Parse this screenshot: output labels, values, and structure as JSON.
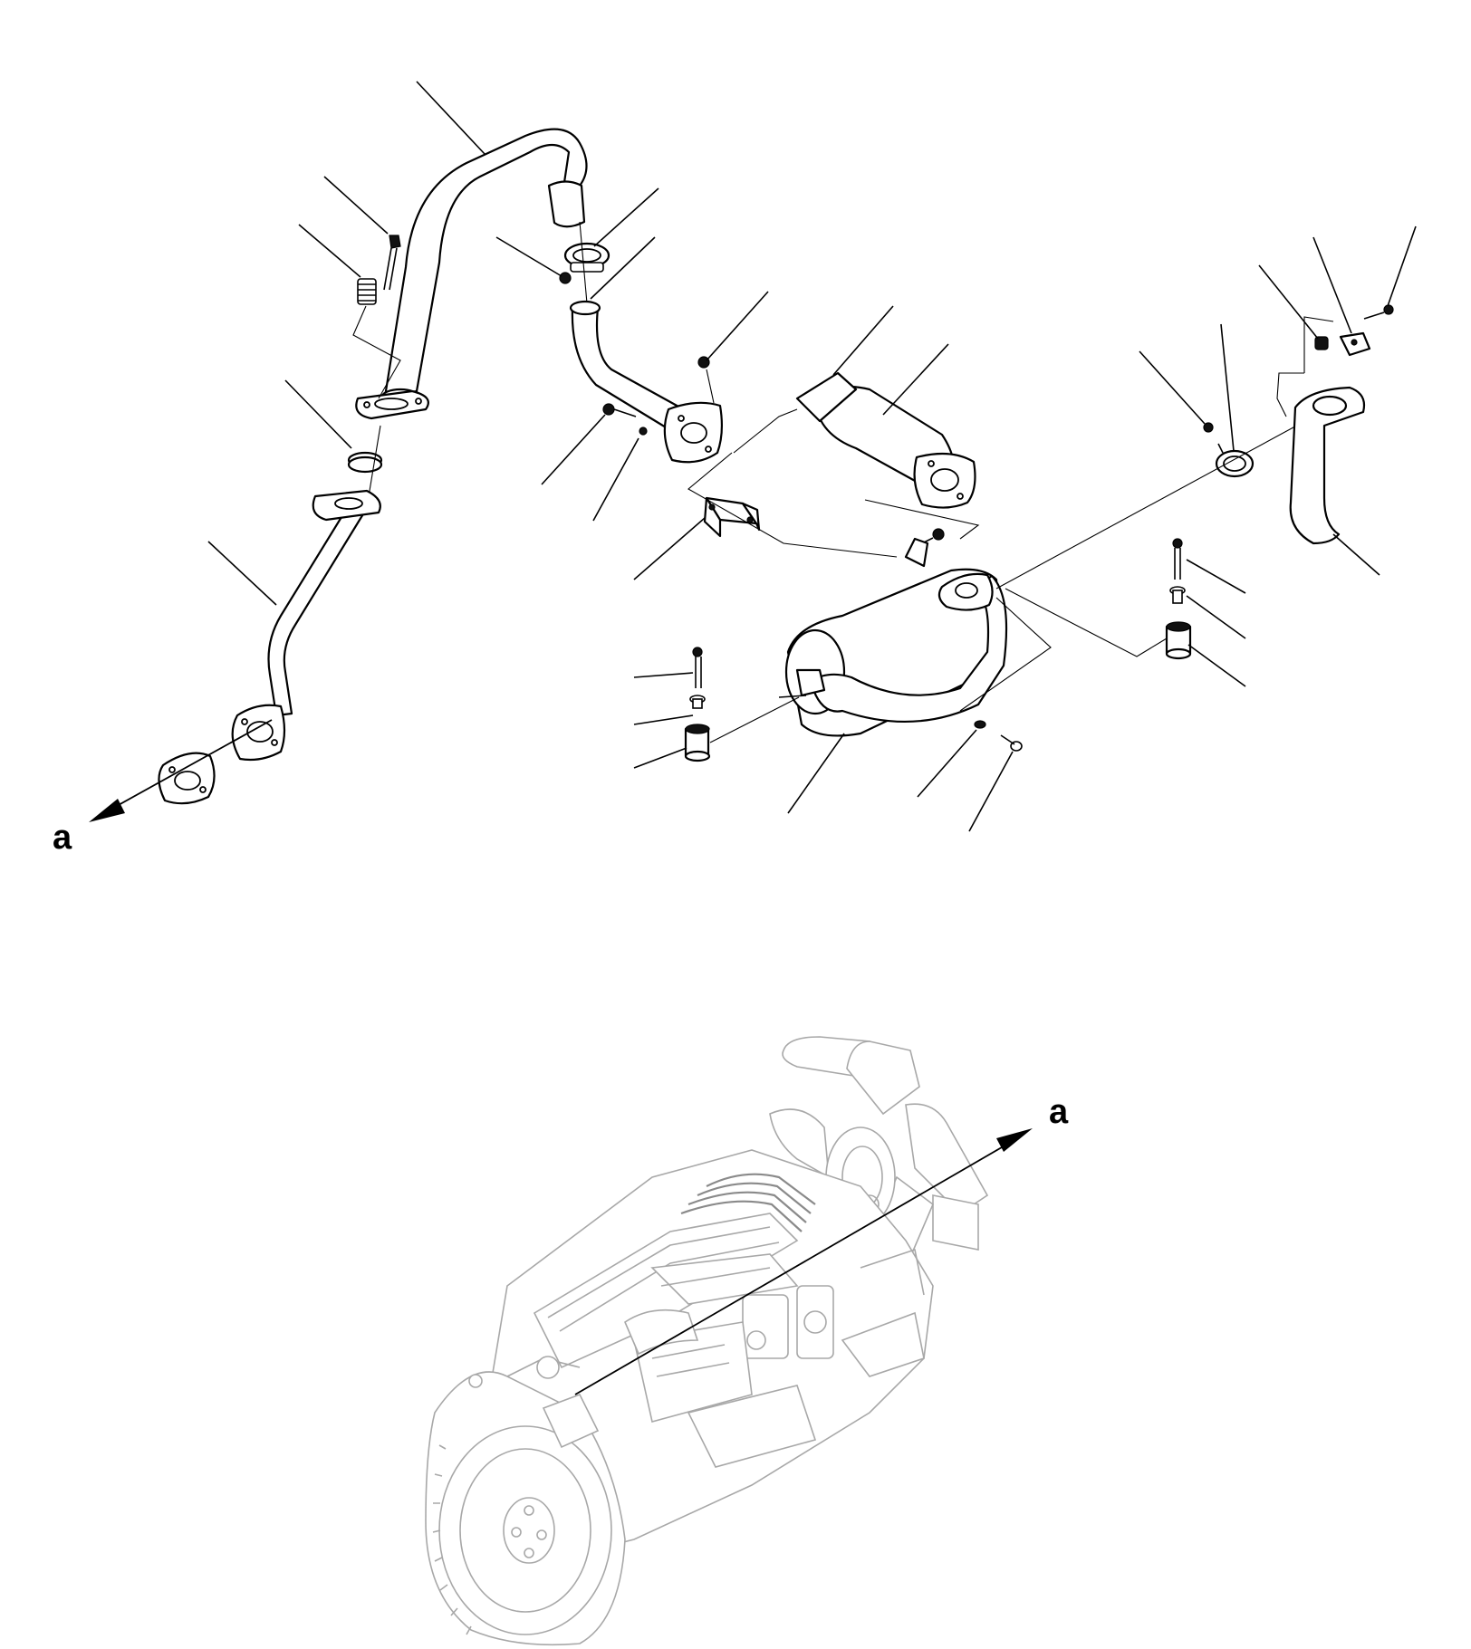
{
  "diagram": {
    "type": "exploded-parts-view",
    "colors": {
      "line": "#000000",
      "background": "#ffffff",
      "engine_outline": "#a8a8a8"
    },
    "reference_labels": {
      "top_view": "a",
      "engine_view": "a"
    }
  }
}
